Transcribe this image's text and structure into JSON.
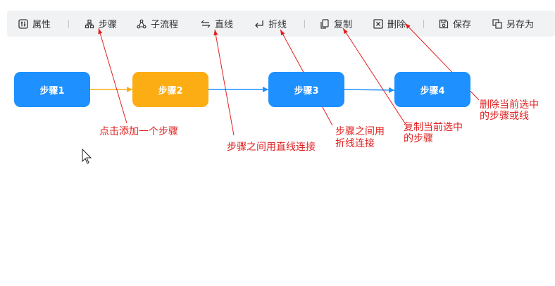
{
  "toolbar": {
    "items": [
      {
        "label": "属性",
        "icon": "sliders-icon"
      },
      {
        "label": "步骤",
        "icon": "sitemap-icon"
      },
      {
        "label": "子流程",
        "icon": "share-nodes-icon"
      },
      {
        "label": "直线",
        "icon": "swap-arrows-icon"
      },
      {
        "label": "折线",
        "icon": "corner-arrow-icon"
      },
      {
        "label": "复制",
        "icon": "copy-icon"
      },
      {
        "label": "删除",
        "icon": "delete-box-icon"
      },
      {
        "label": "保存",
        "icon": "save-icon"
      },
      {
        "label": "另存为",
        "icon": "save-as-icon"
      }
    ]
  },
  "flow": {
    "nodes": [
      {
        "label": "步骤1",
        "color": "#1e90ff"
      },
      {
        "label": "步骤2",
        "color": "#fcad14"
      },
      {
        "label": "步骤3",
        "color": "#1e90ff"
      },
      {
        "label": "步骤4",
        "color": "#1e90ff"
      }
    ],
    "edge_colors": [
      "#fcad14",
      "#1e90ff",
      "#1e90ff"
    ]
  },
  "annotations": {
    "add_step": "点击添加一个步骤",
    "straight_line": "步骤之间用直线连接",
    "polyline_1": "步骤之间用",
    "polyline_2": "折线连接",
    "copy_1": "复制当前选中",
    "copy_2": "的步骤",
    "delete_1": "删除当前选中",
    "delete_2": "的步骤或线",
    "color": "#e02020"
  }
}
